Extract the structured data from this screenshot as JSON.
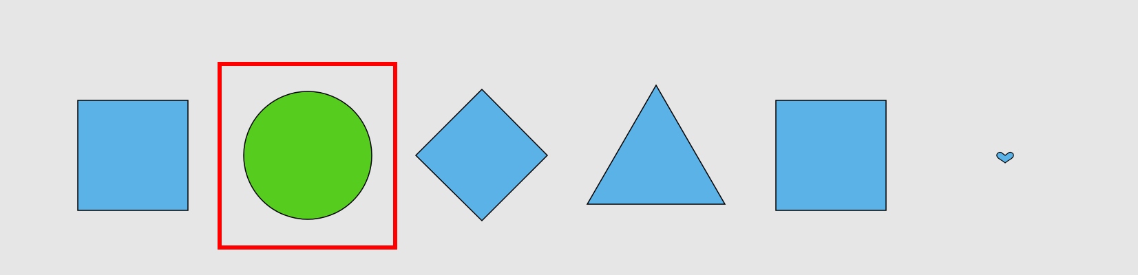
{
  "colors": {
    "background": "#e6e6e6",
    "shape_fill": "#5ab2e6",
    "selected_shape_fill": "#56cc1e",
    "outline": "#000000",
    "selection_highlight": "#ff0000"
  },
  "shapes": [
    {
      "kind": "square",
      "name": "square-shape-1",
      "fill_key": "shape_fill"
    },
    {
      "kind": "circle",
      "name": "circle-shape",
      "fill_key": "selected_shape_fill",
      "selected": true
    },
    {
      "kind": "diamond",
      "name": "diamond-shape",
      "fill_key": "shape_fill"
    },
    {
      "kind": "triangle",
      "name": "triangle-shape",
      "fill_key": "shape_fill"
    },
    {
      "kind": "square",
      "name": "square-shape-2",
      "fill_key": "shape_fill"
    },
    {
      "kind": "heart",
      "name": "heart-shape",
      "fill_key": "shape_fill"
    }
  ]
}
